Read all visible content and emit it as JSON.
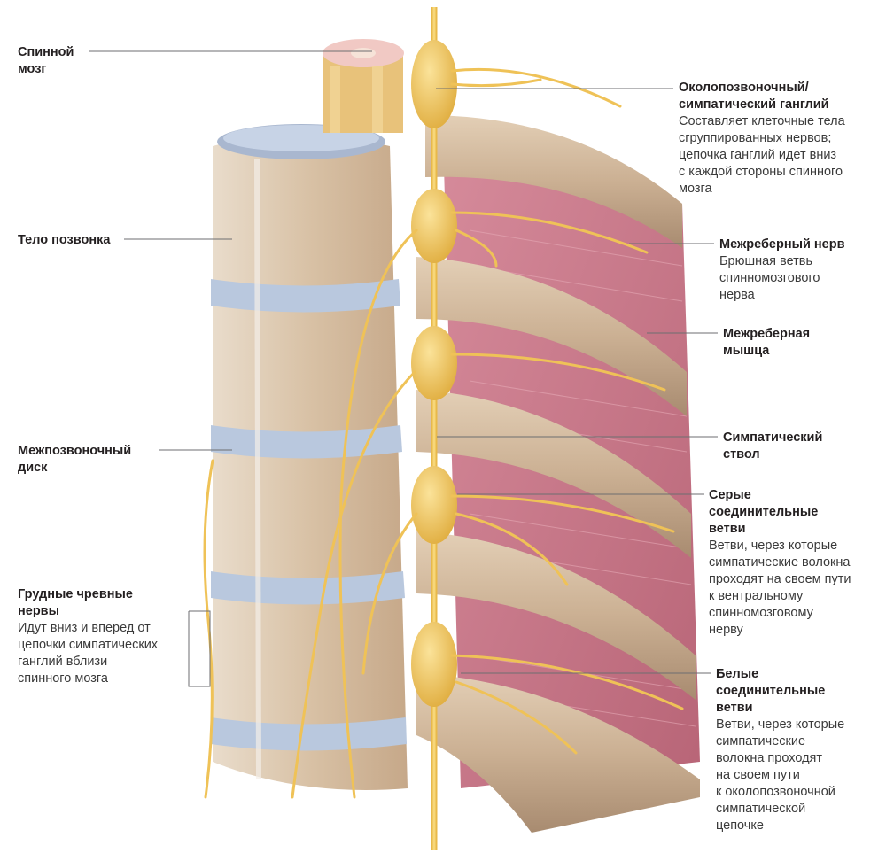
{
  "colors": {
    "nerve": "#f0c558",
    "nerve_dark": "#d9a63a",
    "bone": "#d9bfa2",
    "disc": "#b7c6dc",
    "muscle": "#c9788a",
    "leader": "#6d6e70"
  },
  "labels": {
    "spinal_cord": {
      "title": "Спинной\nмозг"
    },
    "vertebra_body": {
      "title": "Тело позвонка"
    },
    "intervertebral_disc": {
      "title": "Межпозвоночный\nдиск"
    },
    "thoracic_splanchnic": {
      "title": "Грудные чревные\nнервы",
      "desc": "Идут вниз и вперед от\nцепочки симпатических\nганглий вблизи\nспинного мозга"
    },
    "paravertebral_ganglion": {
      "title": "Околопозвоночный/\nсимпатический ганглий",
      "desc": "Составляет клеточные тела\nсгруппированных нервов;\nцепочка ганглий идет вниз\nс каждой стороны спинного\nмозга"
    },
    "intercostal_nerve": {
      "title": "Межреберный нерв",
      "desc": "Брюшная ветвь\nспинномозгового\nнерва"
    },
    "intercostal_muscle": {
      "title": "Межреберная\nмышца"
    },
    "sympathetic_trunk": {
      "title": "Симпатический\nствол"
    },
    "gray_rami": {
      "title": "Серые\nсоединительные\nветви",
      "desc": "Ветви, через которые\nсимпатические волокна\nпроходят на своем пути\nк вентральному\nспинномозговому\nнерву"
    },
    "white_rami": {
      "title": "Белые\nсоединительные\nветви",
      "desc": "Ветви, через которые\nсимпатические\nволокна проходят\nна своем пути\nк околопозвоночной\nсимпатической\nцепочке"
    }
  }
}
